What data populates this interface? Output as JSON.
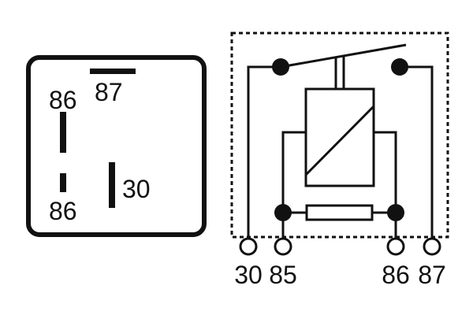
{
  "colors": {
    "ink": "#111111",
    "background": "#ffffff"
  },
  "footprint": {
    "pin_labels": {
      "top_left": "86",
      "top_center": "87",
      "bottom_left": "86",
      "right": "30"
    }
  },
  "schematic": {
    "terminal_labels": [
      "30",
      "85",
      "86",
      "87"
    ]
  }
}
